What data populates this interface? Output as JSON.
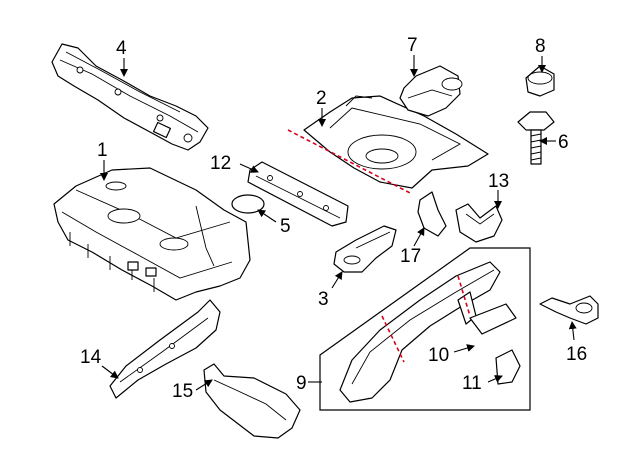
{
  "colors": {
    "line": "#000000",
    "background": "#ffffff",
    "cut_line": "#d9001b"
  },
  "callouts": [
    "1",
    "2",
    "3",
    "4",
    "5",
    "6",
    "7",
    "8",
    "9",
    "10",
    "11",
    "12",
    "13",
    "14",
    "15",
    "16",
    "17"
  ]
}
